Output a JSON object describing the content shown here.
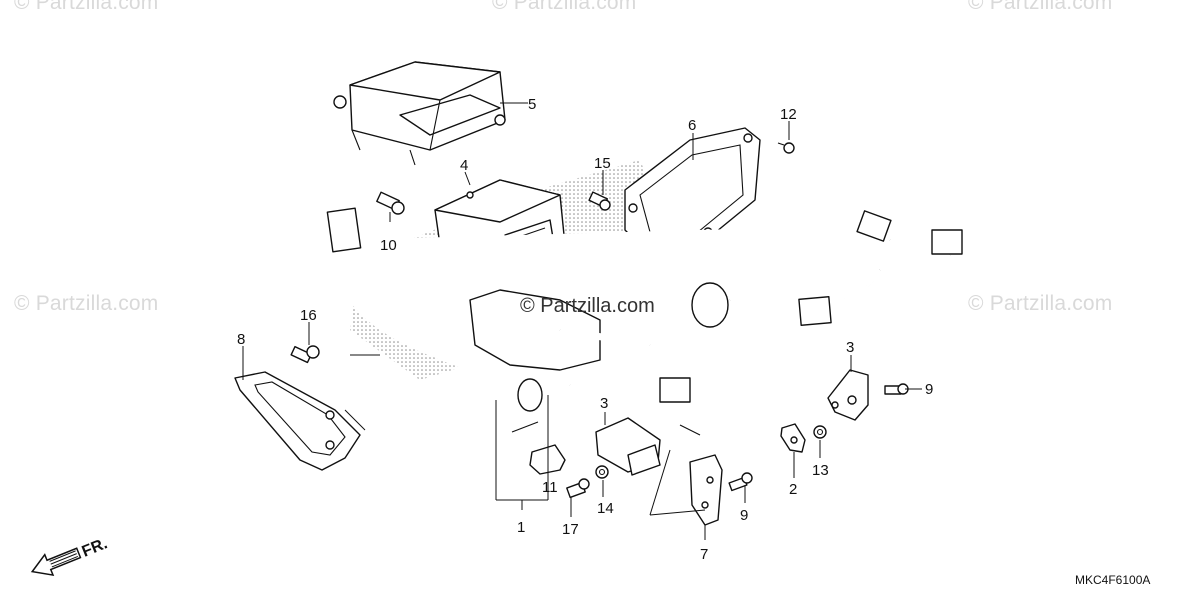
{
  "watermarks": {
    "text": "© Partzilla.com",
    "center_text": "© Partzilla.com"
  },
  "callouts": {
    "c1": "1",
    "c2": "2",
    "c3a": "3",
    "c3b": "3",
    "c4": "4",
    "c5": "5",
    "c6": "6",
    "c7": "7",
    "c8": "8",
    "c9a": "9",
    "c9b": "9",
    "c10": "10",
    "c11": "11",
    "c12": "12",
    "c13": "13",
    "c14": "14",
    "c15": "15",
    "c16": "16",
    "c17": "17"
  },
  "direction_label": "FR.",
  "diagram_code": "MKC4F6100A"
}
